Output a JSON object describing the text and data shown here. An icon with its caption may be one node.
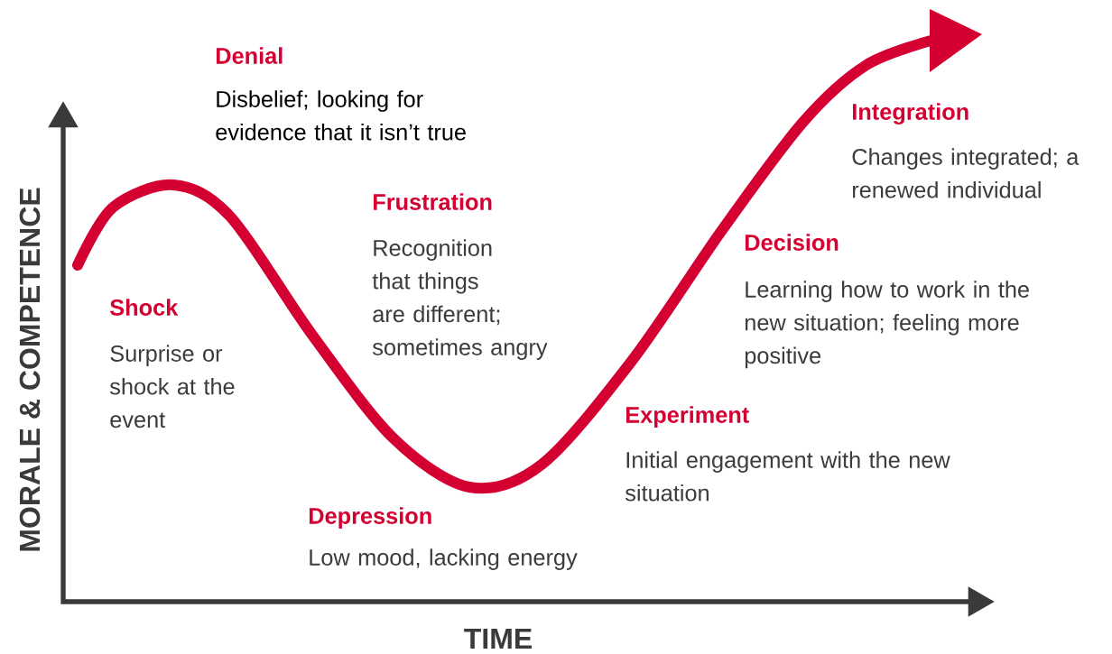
{
  "diagram": {
    "labels": [
      "Denial",
      "Disbelief; looking for evidence that it isn’t true",
      "Integration",
      "Changes integrated; a renewed individual",
      "Frustration",
      "Recognition that things are different; sometimes angry",
      "Decision",
      "Learning how to work in the new situation; feeling more positive",
      "Shock",
      "Surprise or shock at the event",
      "Experiment",
      "Initial engagement with the new situation",
      "Depression",
      "Low mood, lacking energy",
      "MORALE & COMPETENCE",
      "TIME"
    ]
  }
}
